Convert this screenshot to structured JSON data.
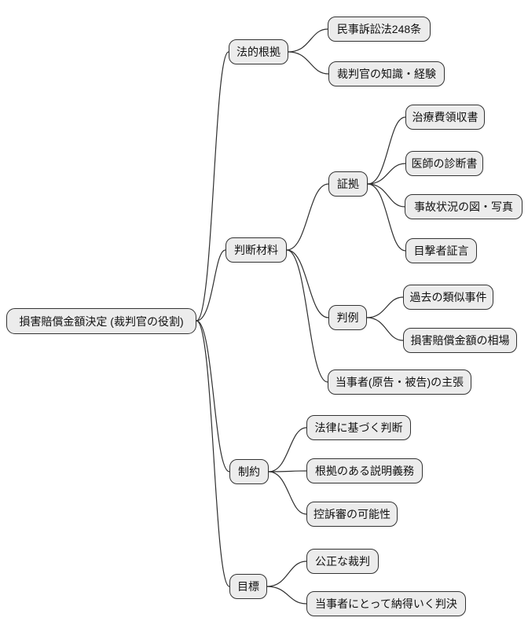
{
  "diagram": {
    "type": "mindmap",
    "orientation": "left-to-right",
    "colors": {
      "background": "#ffffff",
      "node_fill": "#ececec",
      "node_border": "#333333",
      "edge": "#2f2f2f",
      "text": "#111111"
    }
  },
  "nodes": [
    {
      "id": "root",
      "level": 0,
      "parent": null,
      "label": "損害賠償金額決定 (裁判官の役割)"
    },
    {
      "id": "legal-basis",
      "level": 1,
      "parent": "root",
      "label": "法的根拠"
    },
    {
      "id": "civil-procedure-248",
      "level": 2,
      "parent": "legal-basis",
      "label": "民事訴訟法248条"
    },
    {
      "id": "judge-knowledge",
      "level": 2,
      "parent": "legal-basis",
      "label": "裁判官の知識・経験"
    },
    {
      "id": "judgment-materials",
      "level": 1,
      "parent": "root",
      "label": "判断材料"
    },
    {
      "id": "evidence",
      "level": 2,
      "parent": "judgment-materials",
      "label": "証拠"
    },
    {
      "id": "medical-receipts",
      "level": 3,
      "parent": "evidence",
      "label": "治療費領収書"
    },
    {
      "id": "doctor-diagnosis",
      "level": 3,
      "parent": "evidence",
      "label": "医師の診断書"
    },
    {
      "id": "accident-diagrams",
      "level": 3,
      "parent": "evidence",
      "label": "事故状況の図・写真"
    },
    {
      "id": "witness-testimony",
      "level": 3,
      "parent": "evidence",
      "label": "目撃者証言"
    },
    {
      "id": "precedents",
      "level": 2,
      "parent": "judgment-materials",
      "label": "判例"
    },
    {
      "id": "similar-cases",
      "level": 3,
      "parent": "precedents",
      "label": "過去の類似事件"
    },
    {
      "id": "market-rate",
      "level": 3,
      "parent": "precedents",
      "label": "損害賠償金額の相場"
    },
    {
      "id": "parties-claims",
      "level": 2,
      "parent": "judgment-materials",
      "label": "当事者(原告・被告)の主張"
    },
    {
      "id": "constraints",
      "level": 1,
      "parent": "root",
      "label": "制約"
    },
    {
      "id": "law-based-judgment",
      "level": 2,
      "parent": "constraints",
      "label": "法律に基づく判断"
    },
    {
      "id": "explanation-duty",
      "level": 2,
      "parent": "constraints",
      "label": "根拠のある説明義務"
    },
    {
      "id": "appeal-possibility",
      "level": 2,
      "parent": "constraints",
      "label": "控訴審の可能性"
    },
    {
      "id": "goals",
      "level": 1,
      "parent": "root",
      "label": "目標"
    },
    {
      "id": "fair-trial",
      "level": 2,
      "parent": "goals",
      "label": "公正な裁判"
    },
    {
      "id": "satisfactory-verdict",
      "level": 2,
      "parent": "goals",
      "label": "当事者にとって納得いく判決"
    }
  ]
}
